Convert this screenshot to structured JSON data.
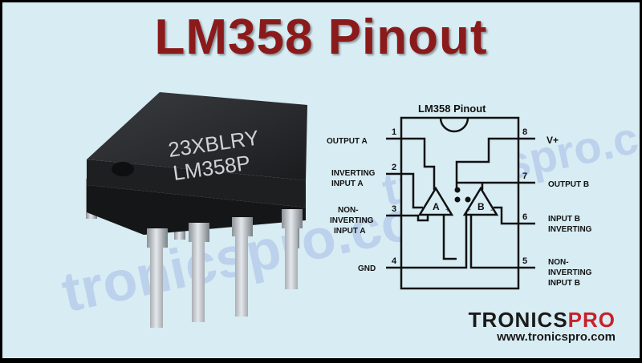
{
  "title": "LM358 Pinout",
  "watermark": "tronicspro.com",
  "chip": {
    "marking_line1": "23XBLRY",
    "marking_line2": "LM358P"
  },
  "diagram": {
    "title": "LM358 Pinout",
    "pins": [
      {
        "num": "1",
        "label": [
          "OUTPUT A"
        ]
      },
      {
        "num": "2",
        "label": [
          "INVERTING",
          "INPUT A"
        ]
      },
      {
        "num": "3",
        "label": [
          "NON-",
          "INVERTING",
          "INPUT A"
        ]
      },
      {
        "num": "4",
        "label": [
          "GND"
        ]
      },
      {
        "num": "5",
        "label": [
          "NON-",
          "INVERTING",
          "INPUT B"
        ]
      },
      {
        "num": "6",
        "label": [
          "INPUT B",
          "INVERTING"
        ]
      },
      {
        "num": "7",
        "label": [
          "OUTPUT B"
        ]
      },
      {
        "num": "8",
        "label": [
          "V+"
        ]
      }
    ],
    "amp_a": "A",
    "amp_b": "B"
  },
  "brand": {
    "name_part1": "TRONICS",
    "name_part2": "PRO",
    "url": "www.tronicspro.com"
  },
  "colors": {
    "background": "#d7ecf3",
    "title": "#8b1a1a",
    "brand_red": "#c8202a"
  }
}
